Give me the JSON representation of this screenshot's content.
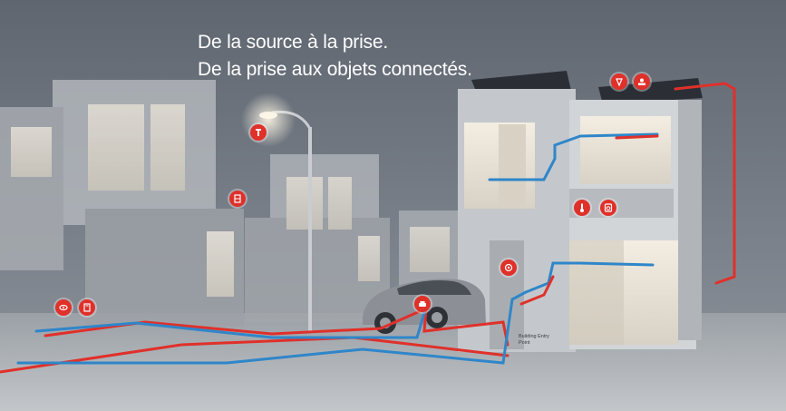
{
  "headline": {
    "line1": "De la source à la prise.",
    "line2": "De la prise aux objets connectés."
  },
  "labels": {
    "building_entry_line1": "Building Entry",
    "building_entry_line2": "Point"
  },
  "markers": [
    {
      "name": "streetlight-icon"
    },
    {
      "name": "network-cabinet-icon"
    },
    {
      "name": "doorbell-icon"
    },
    {
      "name": "ev-charger-icon"
    },
    {
      "name": "buried-cable-icon"
    },
    {
      "name": "street-cabinet-icon"
    },
    {
      "name": "thermostat-icon"
    },
    {
      "name": "appliance-icon"
    },
    {
      "name": "solar-inverter-icon"
    },
    {
      "name": "solar-panel-icon"
    }
  ],
  "colors": {
    "cable_red": "#e0302a",
    "cable_blue": "#2f86c9",
    "marker_red": "#e0302a",
    "headline": "#ffffff"
  }
}
